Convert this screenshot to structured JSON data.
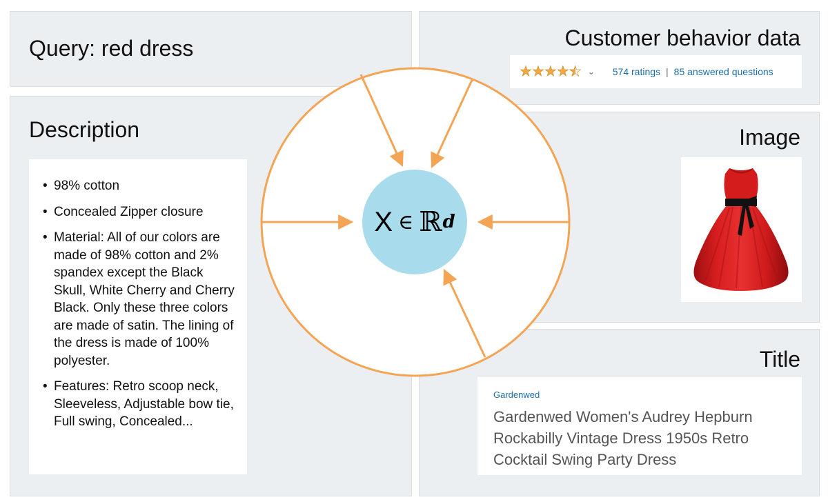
{
  "query": {
    "title": "Query: red dress"
  },
  "description": {
    "title": "Description",
    "items": [
      "98% cotton",
      "Concealed Zipper closure",
      "Material: All of our colors are made of 98% cotton and 2% spandex except the Black Skull, White Cherry and Cherry Black. Only these three colors are made of satin. The lining of the dress is made of 100% polyester.",
      "Features: Retro scoop neck, Sleeveless, Adjustable bow tie, Full swing, Concealed..."
    ]
  },
  "behavior": {
    "title": "Customer behavior data",
    "stars": 4.5,
    "ratings": "574 ratings",
    "separator": "|",
    "questions": "85 answered questions"
  },
  "image": {
    "title": "Image",
    "alt_icon": "red-dress-photo"
  },
  "product_title": {
    "title": "Title",
    "brand": "Gardenwed",
    "name": "Gardenwed Women's Audrey Hepburn Rockabilly Vintage Dress 1950s Retro Cocktail Swing Party Dress"
  },
  "center": {
    "symbol_x": "X",
    "symbol_in": "∈",
    "symbol_R": "ℝ",
    "symbol_d": "d"
  },
  "colors": {
    "panel_bg": "#eceff1",
    "accent_orange": "#f4a455",
    "center_blue": "#a8dcec",
    "link_blue": "#1c6fa8",
    "dress_red": "#d81e1e"
  }
}
